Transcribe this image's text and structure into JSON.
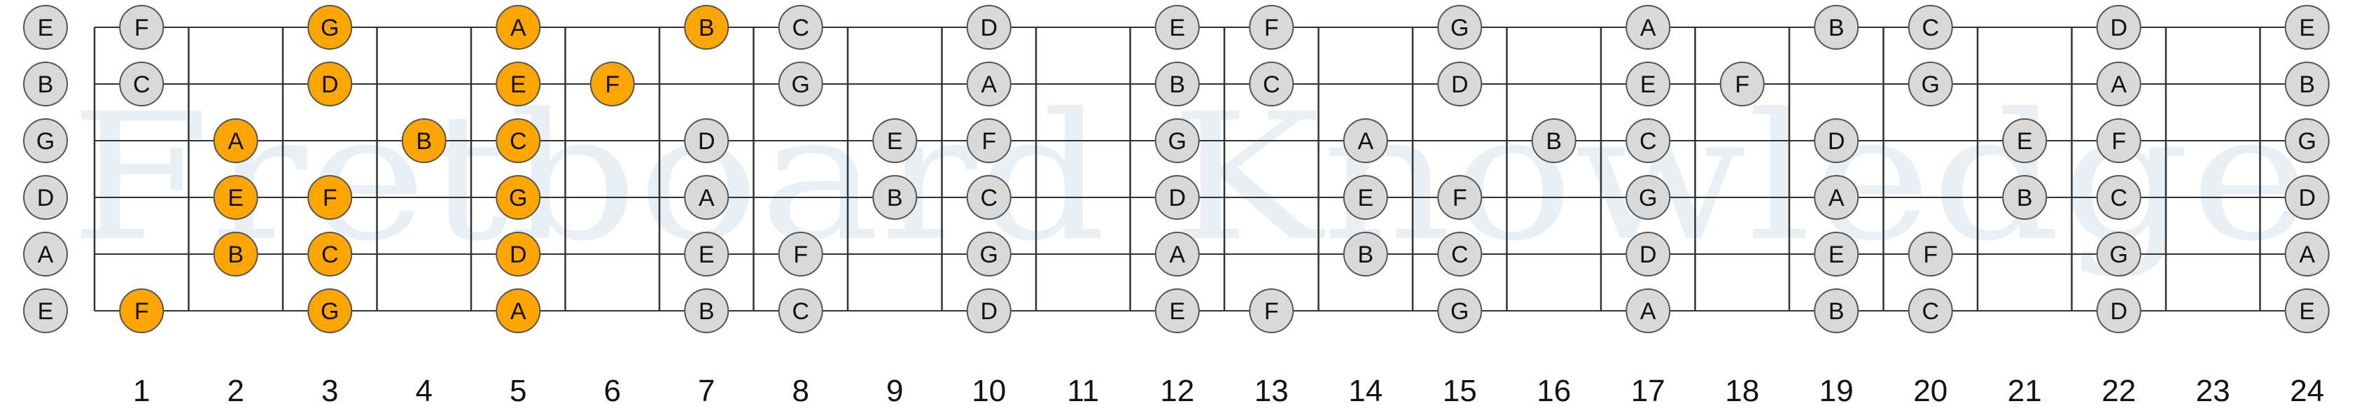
{
  "watermark_text": "Fretboard Knowledge",
  "colors": {
    "highlight": "#FFA500",
    "normal": "#D9D9D9",
    "stroke": "#555555",
    "line": "#333333",
    "watermark": "#D2E3EC"
  },
  "tuning": [
    "E",
    "B",
    "G",
    "D",
    "A",
    "E"
  ],
  "fret_numbers": [
    "1",
    "2",
    "3",
    "4",
    "5",
    "6",
    "7",
    "8",
    "9",
    "10",
    "11",
    "12",
    "13",
    "14",
    "15",
    "16",
    "17",
    "18",
    "19",
    "20",
    "21",
    "22",
    "23",
    "24"
  ],
  "strings": [
    {
      "open": "E",
      "notes": [
        {
          "fret": 1,
          "note": "F",
          "highlight": false
        },
        {
          "fret": 3,
          "note": "G",
          "highlight": true
        },
        {
          "fret": 5,
          "note": "A",
          "highlight": true
        },
        {
          "fret": 7,
          "note": "B",
          "highlight": true
        },
        {
          "fret": 8,
          "note": "C",
          "highlight": false
        },
        {
          "fret": 10,
          "note": "D",
          "highlight": false
        },
        {
          "fret": 12,
          "note": "E",
          "highlight": false
        },
        {
          "fret": 13,
          "note": "F",
          "highlight": false
        },
        {
          "fret": 15,
          "note": "G",
          "highlight": false
        },
        {
          "fret": 17,
          "note": "A",
          "highlight": false
        },
        {
          "fret": 19,
          "note": "B",
          "highlight": false
        },
        {
          "fret": 20,
          "note": "C",
          "highlight": false
        },
        {
          "fret": 22,
          "note": "D",
          "highlight": false
        },
        {
          "fret": 24,
          "note": "E",
          "highlight": false
        }
      ]
    },
    {
      "open": "B",
      "notes": [
        {
          "fret": 1,
          "note": "C",
          "highlight": false
        },
        {
          "fret": 3,
          "note": "D",
          "highlight": true
        },
        {
          "fret": 5,
          "note": "E",
          "highlight": true
        },
        {
          "fret": 6,
          "note": "F",
          "highlight": true
        },
        {
          "fret": 8,
          "note": "G",
          "highlight": false
        },
        {
          "fret": 10,
          "note": "A",
          "highlight": false
        },
        {
          "fret": 12,
          "note": "B",
          "highlight": false
        },
        {
          "fret": 13,
          "note": "C",
          "highlight": false
        },
        {
          "fret": 15,
          "note": "D",
          "highlight": false
        },
        {
          "fret": 17,
          "note": "E",
          "highlight": false
        },
        {
          "fret": 18,
          "note": "F",
          "highlight": false
        },
        {
          "fret": 20,
          "note": "G",
          "highlight": false
        },
        {
          "fret": 22,
          "note": "A",
          "highlight": false
        },
        {
          "fret": 24,
          "note": "B",
          "highlight": false
        }
      ]
    },
    {
      "open": "G",
      "notes": [
        {
          "fret": 2,
          "note": "A",
          "highlight": true
        },
        {
          "fret": 4,
          "note": "B",
          "highlight": true
        },
        {
          "fret": 5,
          "note": "C",
          "highlight": true
        },
        {
          "fret": 7,
          "note": "D",
          "highlight": false
        },
        {
          "fret": 9,
          "note": "E",
          "highlight": false
        },
        {
          "fret": 10,
          "note": "F",
          "highlight": false
        },
        {
          "fret": 12,
          "note": "G",
          "highlight": false
        },
        {
          "fret": 14,
          "note": "A",
          "highlight": false
        },
        {
          "fret": 16,
          "note": "B",
          "highlight": false
        },
        {
          "fret": 17,
          "note": "C",
          "highlight": false
        },
        {
          "fret": 19,
          "note": "D",
          "highlight": false
        },
        {
          "fret": 21,
          "note": "E",
          "highlight": false
        },
        {
          "fret": 22,
          "note": "F",
          "highlight": false
        },
        {
          "fret": 24,
          "note": "G",
          "highlight": false
        }
      ]
    },
    {
      "open": "D",
      "notes": [
        {
          "fret": 2,
          "note": "E",
          "highlight": true
        },
        {
          "fret": 3,
          "note": "F",
          "highlight": true
        },
        {
          "fret": 5,
          "note": "G",
          "highlight": true
        },
        {
          "fret": 7,
          "note": "A",
          "highlight": false
        },
        {
          "fret": 9,
          "note": "B",
          "highlight": false
        },
        {
          "fret": 10,
          "note": "C",
          "highlight": false
        },
        {
          "fret": 12,
          "note": "D",
          "highlight": false
        },
        {
          "fret": 14,
          "note": "E",
          "highlight": false
        },
        {
          "fret": 15,
          "note": "F",
          "highlight": false
        },
        {
          "fret": 17,
          "note": "G",
          "highlight": false
        },
        {
          "fret": 19,
          "note": "A",
          "highlight": false
        },
        {
          "fret": 21,
          "note": "B",
          "highlight": false
        },
        {
          "fret": 22,
          "note": "C",
          "highlight": false
        },
        {
          "fret": 24,
          "note": "D",
          "highlight": false
        }
      ]
    },
    {
      "open": "A",
      "notes": [
        {
          "fret": 2,
          "note": "B",
          "highlight": true
        },
        {
          "fret": 3,
          "note": "C",
          "highlight": true
        },
        {
          "fret": 5,
          "note": "D",
          "highlight": true
        },
        {
          "fret": 7,
          "note": "E",
          "highlight": false
        },
        {
          "fret": 8,
          "note": "F",
          "highlight": false
        },
        {
          "fret": 10,
          "note": "G",
          "highlight": false
        },
        {
          "fret": 12,
          "note": "A",
          "highlight": false
        },
        {
          "fret": 14,
          "note": "B",
          "highlight": false
        },
        {
          "fret": 15,
          "note": "C",
          "highlight": false
        },
        {
          "fret": 17,
          "note": "D",
          "highlight": false
        },
        {
          "fret": 19,
          "note": "E",
          "highlight": false
        },
        {
          "fret": 20,
          "note": "F",
          "highlight": false
        },
        {
          "fret": 22,
          "note": "G",
          "highlight": false
        },
        {
          "fret": 24,
          "note": "A",
          "highlight": false
        }
      ]
    },
    {
      "open": "E",
      "notes": [
        {
          "fret": 1,
          "note": "F",
          "highlight": true
        },
        {
          "fret": 3,
          "note": "G",
          "highlight": true
        },
        {
          "fret": 5,
          "note": "A",
          "highlight": true
        },
        {
          "fret": 7,
          "note": "B",
          "highlight": false
        },
        {
          "fret": 8,
          "note": "C",
          "highlight": false
        },
        {
          "fret": 10,
          "note": "D",
          "highlight": false
        },
        {
          "fret": 12,
          "note": "E",
          "highlight": false
        },
        {
          "fret": 13,
          "note": "F",
          "highlight": false
        },
        {
          "fret": 15,
          "note": "G",
          "highlight": false
        },
        {
          "fret": 17,
          "note": "A",
          "highlight": false
        },
        {
          "fret": 19,
          "note": "B",
          "highlight": false
        },
        {
          "fret": 20,
          "note": "C",
          "highlight": false
        },
        {
          "fret": 22,
          "note": "D",
          "highlight": false
        },
        {
          "fret": 24,
          "note": "E",
          "highlight": false
        }
      ]
    }
  ]
}
